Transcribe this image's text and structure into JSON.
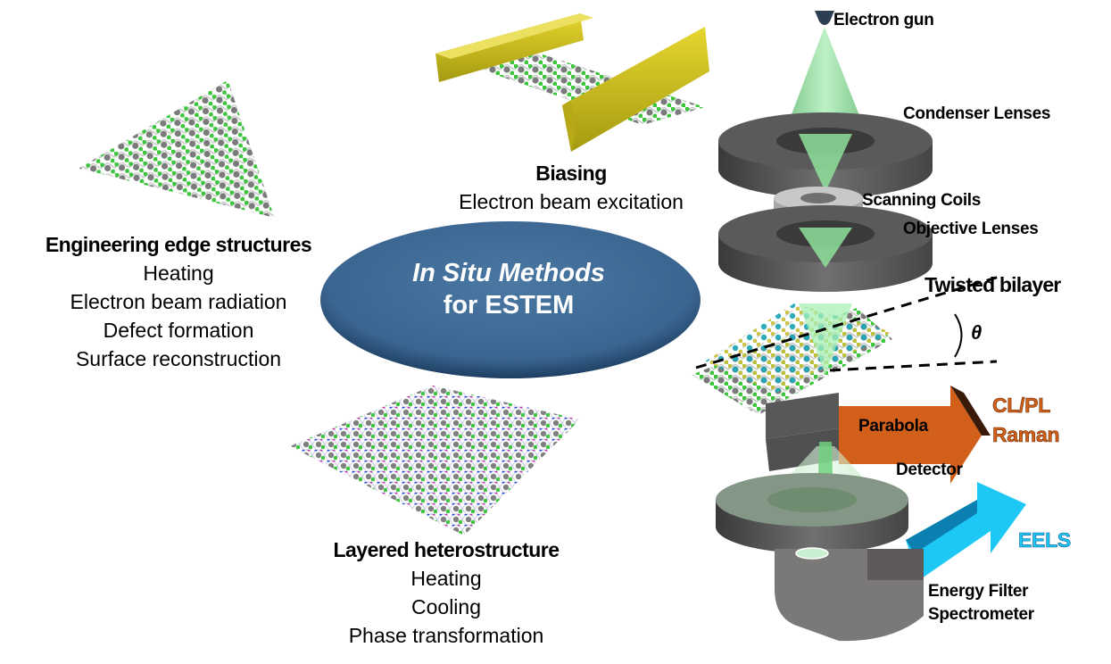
{
  "center": {
    "line1": "In Situ Methods",
    "line2": "for ESTEM",
    "fill_color": "#3f6b95"
  },
  "edge_structures": {
    "title": "Engineering edge structures",
    "items": [
      "Heating",
      "Electron beam radiation",
      "Defect formation",
      "Surface reconstruction"
    ]
  },
  "biasing": {
    "title": "Biasing",
    "items": [
      "Electron beam excitation"
    ]
  },
  "heterostructure": {
    "title": "Layered heterostructure",
    "items": [
      "Heating",
      "Cooling",
      "Phase transformation"
    ]
  },
  "microscope": {
    "electron_gun": "Electron gun",
    "condenser": "Condenser Lenses",
    "scanning": "Scanning Coils",
    "objective": "Objective Lenses",
    "twisted": "Twisted bilayer",
    "theta": "θ",
    "parabola": "Parabola",
    "detector": "Detector",
    "energy_filter_1": "Energy Filter",
    "energy_filter_2": "Spectrometer",
    "cl_pl": "CL/PL",
    "raman": "Raman",
    "eels": "EELS",
    "colors": {
      "cl_arrow": "#d2601a",
      "eels_arrow": "#1ec8f5",
      "beam": "#7ed68a",
      "lens": "#555555"
    }
  }
}
